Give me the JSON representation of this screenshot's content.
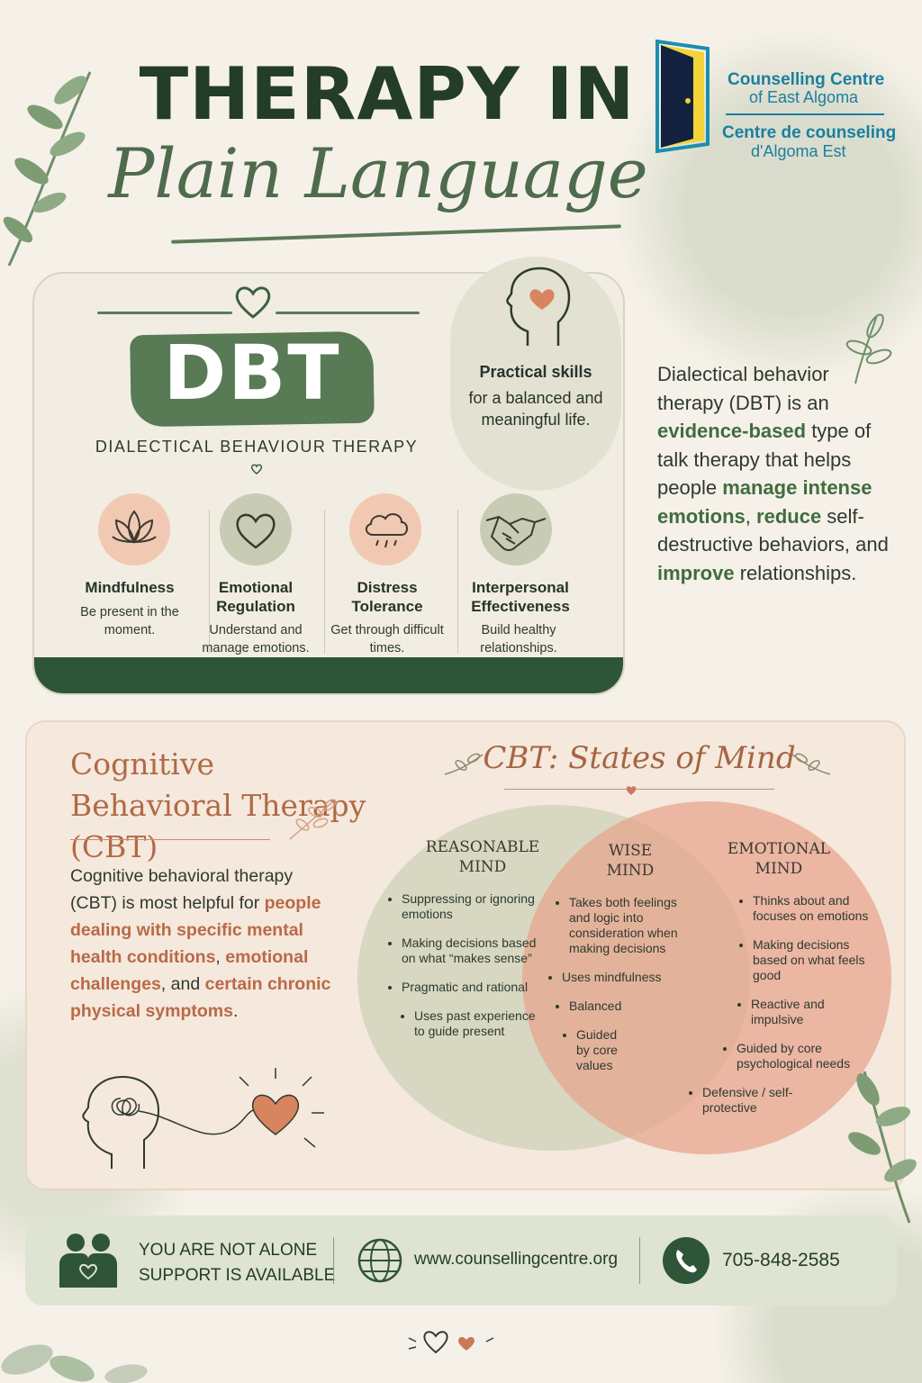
{
  "header": {
    "title_line1": "THERAPY IN",
    "title_line2": "Plain Language"
  },
  "logo": {
    "en_line1": "Counselling Centre",
    "en_line2": "of East Algoma",
    "fr_line1": "Centre de counseling",
    "fr_line2": "d'Algoma Est"
  },
  "dbt": {
    "acronym": "DBT",
    "full_name": "DIALECTICAL BEHAVIOUR THERAPY",
    "bubble_title": "Practical skills",
    "bubble_text": "for a balanced and meaningful life.",
    "skills": [
      {
        "title": "Mindfulness",
        "desc": "Be present in the moment.",
        "icon": "lotus-icon"
      },
      {
        "title": "Emotional Regulation",
        "desc": "Understand and manage emotions.",
        "icon": "heart-icon"
      },
      {
        "title": "Distress Tolerance",
        "desc": "Get through difficult times.",
        "icon": "rain-cloud-icon"
      },
      {
        "title": "Interpersonal Effectiveness",
        "desc": "Build healthy relationships.",
        "icon": "handshake-icon"
      }
    ],
    "description": {
      "p1": "Dialectical behavior therapy (DBT) is an ",
      "h1": "evidence-based",
      "p2": " type of talk therapy that helps people ",
      "h2": "manage intense emotions",
      "p3": ", ",
      "h3": "reduce",
      "p4": " self-destructive behaviors, and ",
      "h4": "improve",
      "p5": " relationships."
    }
  },
  "cbt": {
    "title": "Cognitive Behavioral Therapy (CBT)",
    "description": {
      "p1": "Cognitive behavioral therapy (CBT) is most helpful for ",
      "h1": "people dealing with specific mental health conditions",
      "p2": ", ",
      "h2": "emotional challenges",
      "p3": ", and ",
      "h3": "certain chronic physical symptoms",
      "p4": "."
    },
    "states_title": "CBT: States of Mind",
    "reasonable": {
      "title": "REASONABLE MIND",
      "items": [
        "Suppressing or ignoring emotions",
        "Making decisions based on what “makes sense”",
        "Pragmatic and rational",
        "Uses past experience to guide present"
      ]
    },
    "wise": {
      "title": "WISE MIND",
      "items": [
        "Takes both feelings and logic into consideration when making decisions",
        "Uses mindfulness",
        "Balanced",
        "Guided by core values"
      ]
    },
    "emotional": {
      "title": "EMOTIONAL MIND",
      "items": [
        "Thinks about and focuses on emotions",
        "Making decisions based on what feels good",
        "Reactive and impulsive",
        "Guided by core psychological needs",
        "Defensive / self-protective"
      ]
    }
  },
  "footer": {
    "support_line1": "YOU ARE NOT ALONE",
    "support_line2": "SUPPORT IS AVAILABLE",
    "website": "www.counsellingcentre.org",
    "phone": "705-848-2585"
  },
  "colors": {
    "dark_green": "#233d28",
    "sage": "#587a55",
    "terracotta": "#b96a46",
    "cream": "#f6f1e8",
    "peach_circle": "#e9a88f",
    "sage_circle": "#c8ccb4"
  }
}
